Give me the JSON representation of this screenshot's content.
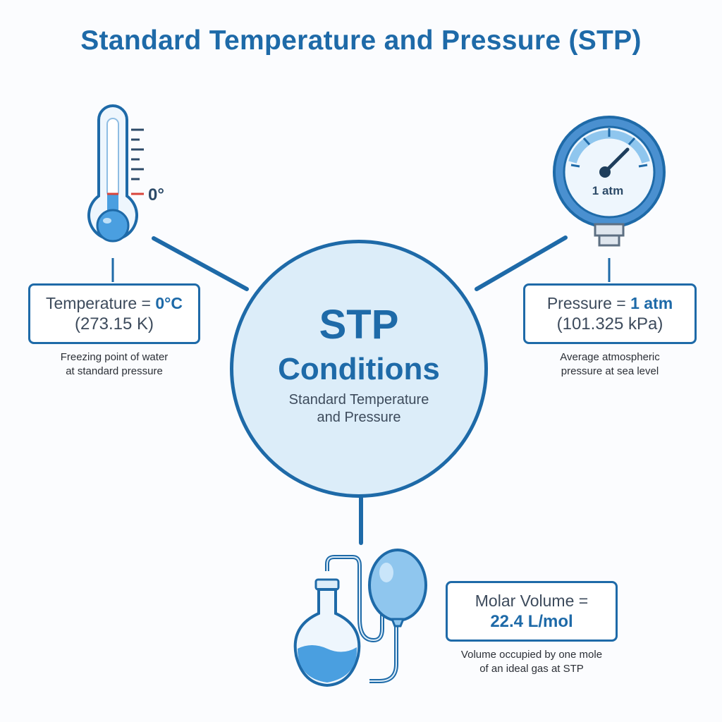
{
  "title": "Standard Temperature and Pressure (STP)",
  "center": {
    "title": "STP",
    "subtitle": "Conditions",
    "description": "Standard Temperature and Pressure"
  },
  "temperature": {
    "label": "Temperature = ",
    "value": "0°C",
    "kelvin": "(273.15 K)",
    "note_line1": "Freezing point of water",
    "note_line2": "at standard pressure",
    "thermometer_mark": "0°"
  },
  "pressure": {
    "label": "Pressure = ",
    "value": "1 atm",
    "kpa": "(101.325 kPa)",
    "note_line1": "Average atmospheric",
    "note_line2": "pressure at sea level",
    "gauge_text": "1 atm"
  },
  "volume": {
    "label": "Molar Volume =",
    "value": "22.4 L/mol",
    "note_line1": "Volume occupied by one mole",
    "note_line2": "of an ideal gas at STP"
  },
  "colors": {
    "accent": "#1e6aa8",
    "light_fill": "#dcedf9",
    "liquid": "#4a9fe0",
    "mercury_mark": "#d9453b"
  }
}
